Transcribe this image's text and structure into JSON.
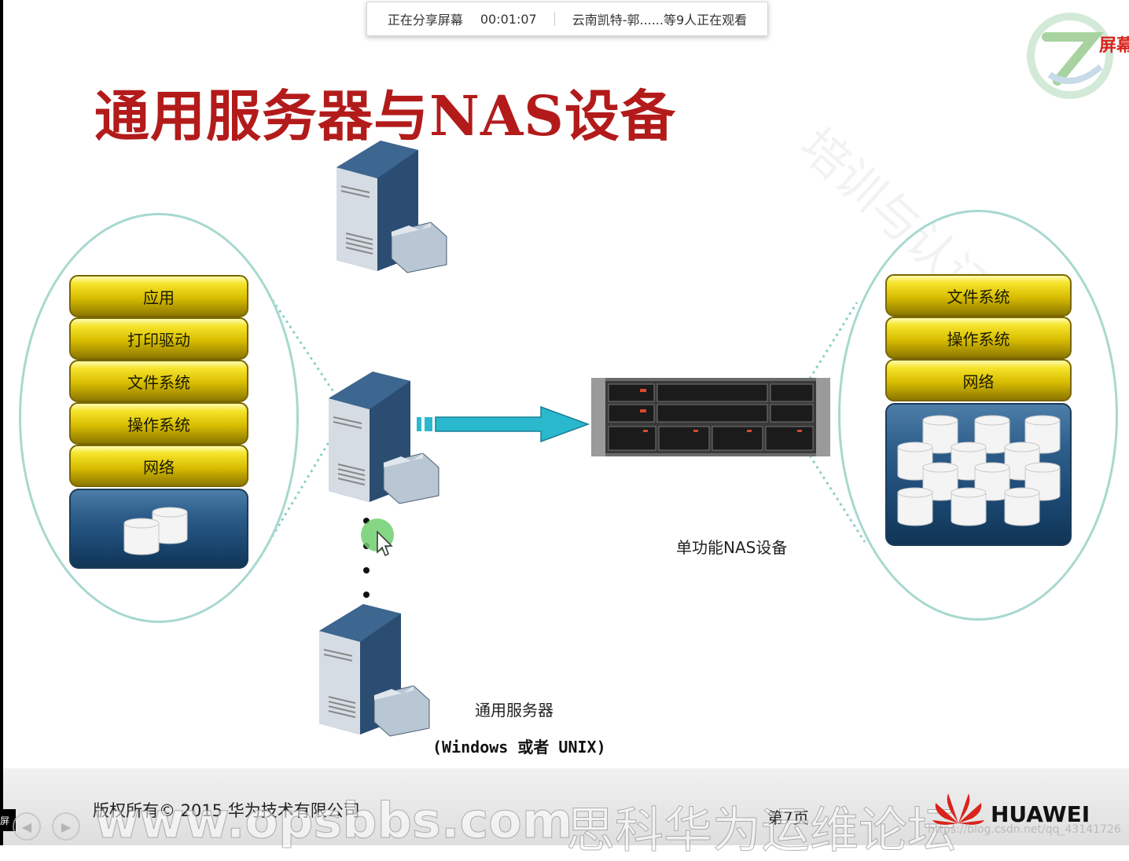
{
  "share_bar": {
    "status": "正在分享屏幕",
    "timer": "00:01:07",
    "viewers": "云南凯特-郭......等9人正在观看"
  },
  "slide": {
    "title": "通用服务器与NAS设备",
    "corner_text": "屏幕",
    "diagonal_watermark": "培训与认证部",
    "left_stack": [
      "应用",
      "打印驱动",
      "文件系统",
      "操作系统",
      "网络"
    ],
    "right_stack": [
      "文件系统",
      "操作系统",
      "网络"
    ],
    "nas_caption": "单功能NAS设备",
    "server_caption": "通用服务器",
    "server_os": "(Windows 或者 UNIX)",
    "copyright": "版权所有© 2015 华为技术有限公司",
    "page_number": "第7页",
    "brand": "HUAWEI"
  },
  "overlay": {
    "site_watermark": "www.opsbbs.com",
    "site_watermark_cn": "思科华为运维论坛",
    "blog_url": "https://blog.csdn.net/qq_43141726",
    "left_edge_label": "屏"
  },
  "colors": {
    "title": "#b31b1b",
    "layer_yellow": "#f6e42c",
    "disk_blue": "#1d4a75",
    "ellipse": "#a7d8cf",
    "arrow": "#2ab8cf",
    "huawei_red": "#d9231c"
  },
  "icons": {
    "server": "tower-server-icon",
    "nas": "rack-nas-icon",
    "disk": "disk-cylinder-icon",
    "cursor": "mouse-pointer-icon",
    "logo": "huawei-flower-logo"
  }
}
